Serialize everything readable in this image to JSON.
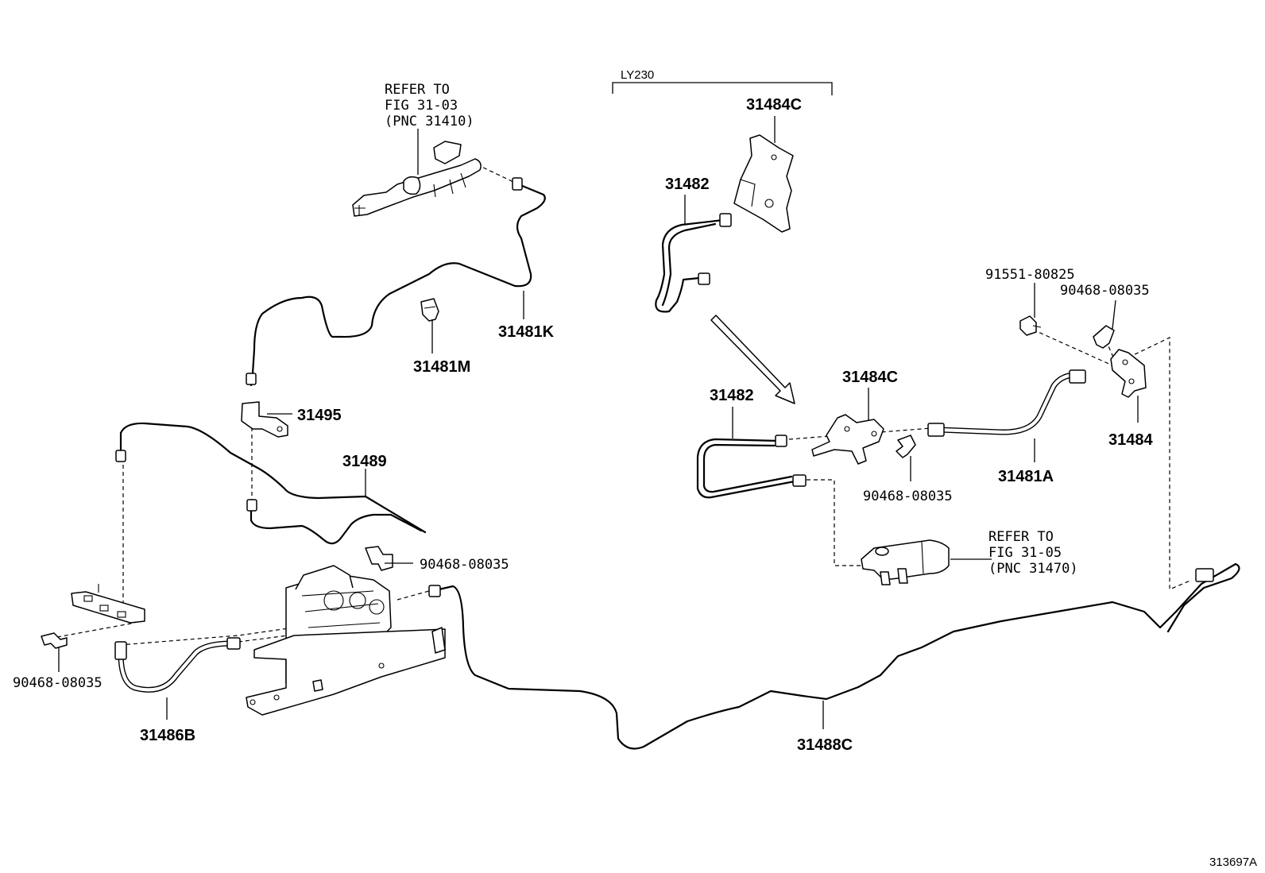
{
  "labels": {
    "refer_master": [
      "REFER TO",
      "FIG 31-03",
      "(PNC 31410)"
    ],
    "refer_release": [
      "REFER TO",
      "FIG 31-05",
      "(PNC 31470)"
    ],
    "variant": "LY230",
    "p31481K": "31481K",
    "p31481M": "31481M",
    "p31495": "31495",
    "p31489": "31489",
    "p90468_mid": "90468-08035",
    "p90468_left": "90468-08035",
    "p31486B": "31486B",
    "p31488C": "31488C",
    "p31484C_top": "31484C",
    "p31482_top": "31482",
    "p31484C_mid": "31484C",
    "p31482_mid": "31482",
    "p90468_right": "90468-08035",
    "p31481A": "31481A",
    "p31484": "31484",
    "p91551": "91551-80825",
    "p90468_far": "90468-08035",
    "figure_id": "313697A"
  },
  "icons": [
    "clutch-master-cylinder-icon",
    "clutch-release-cylinder-icon",
    "clutch-accumulator-icon",
    "bracket-icon",
    "clip-icon",
    "bolt-icon",
    "tube-clamp-icon",
    "arrow-icon"
  ]
}
